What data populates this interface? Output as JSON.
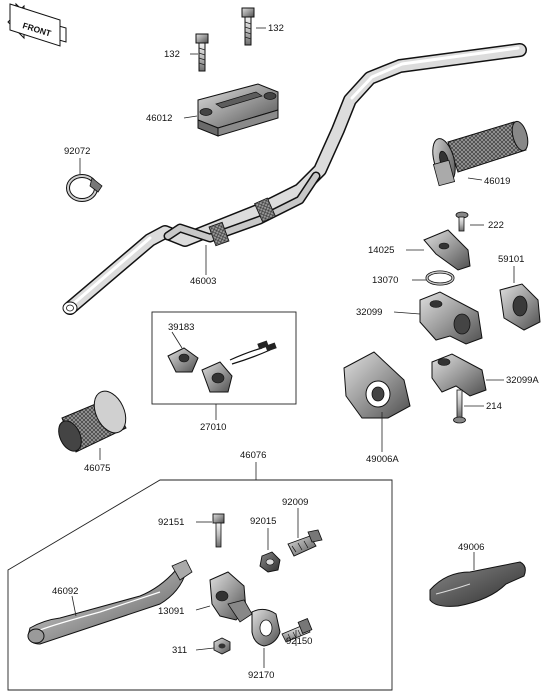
{
  "front_marker": {
    "text": "FRONT"
  },
  "parts": {
    "p132_top": "132",
    "p132_left": "132",
    "p46012": "46012",
    "p92072": "92072",
    "p46003": "46003",
    "p46019": "46019",
    "p222": "222",
    "p14025": "14025",
    "p59101": "59101",
    "p13070": "13070",
    "p32099": "32099",
    "p32099a": "32099A",
    "p39183": "39183",
    "p27010": "27010",
    "p49006a": "49006A",
    "p214": "214",
    "p46075": "46075",
    "p46076": "46076",
    "p92009": "92009",
    "p92151": "92151",
    "p92015": "92015",
    "p49006": "49006",
    "p46092": "46092",
    "p13091": "13091",
    "p92150": "92150",
    "p311": "311",
    "p92170": "92170"
  },
  "colors": {
    "line": "#222222",
    "part_fill": "#9a9a9a",
    "part_dark": "#555555",
    "part_light": "#d4d4d4"
  }
}
